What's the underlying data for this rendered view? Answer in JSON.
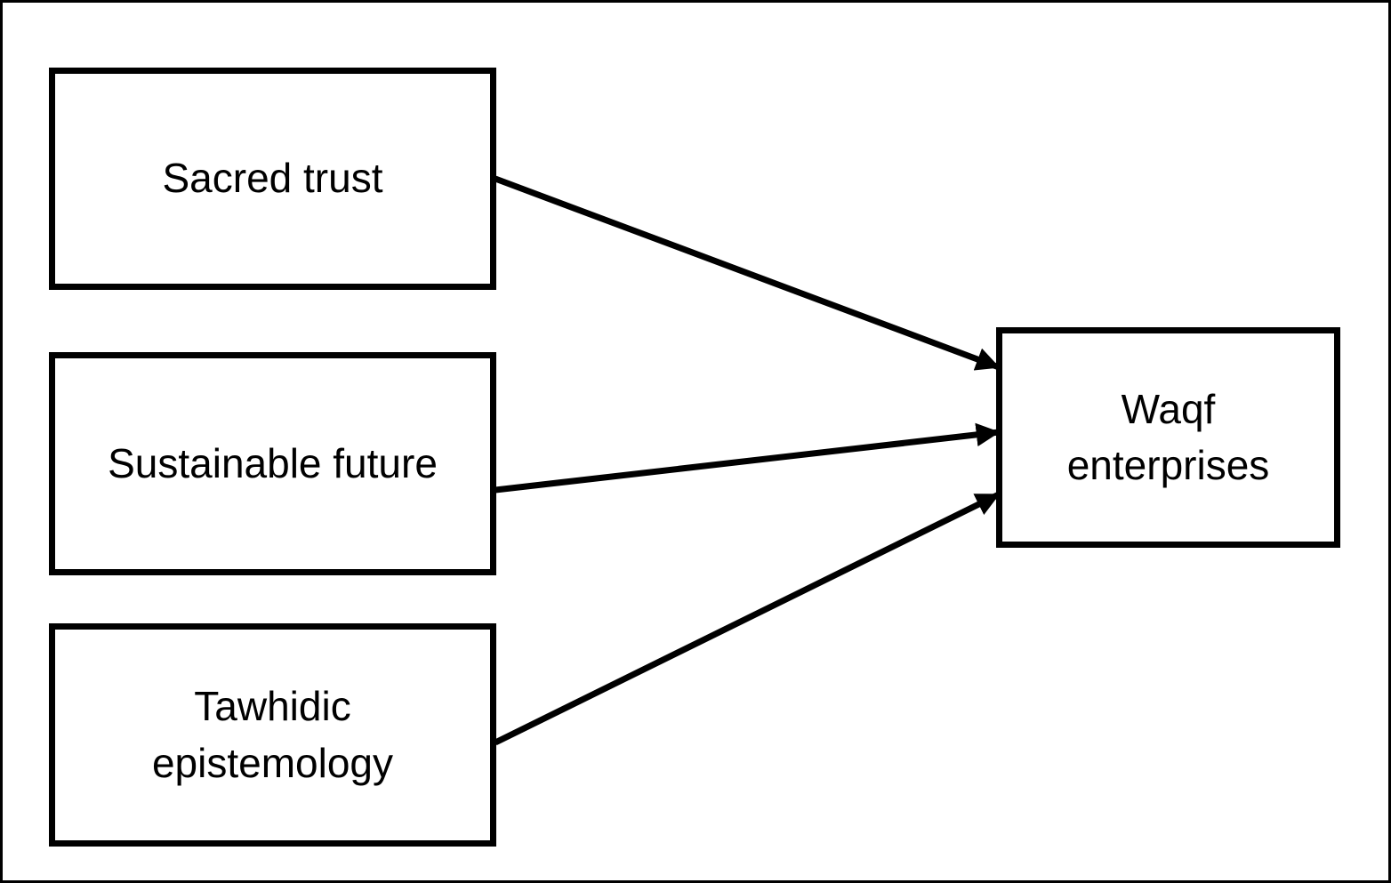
{
  "diagram": {
    "kind": "path-model-figure",
    "colors": {
      "background": "#ffffff",
      "stroke": "#000000",
      "text": "#000000"
    },
    "nodes": [
      {
        "id": "sacred-trust",
        "label": "Sacred trust",
        "lines": [
          "Sacred trust"
        ]
      },
      {
        "id": "sustainable-future",
        "label": "Sustainable future",
        "lines": [
          "Sustainable future"
        ]
      },
      {
        "id": "tawhidic-epistemology",
        "label": "Tawhidic epistemology",
        "lines": [
          "Tawhidic",
          "epistemology"
        ]
      },
      {
        "id": "waqf-enterprises",
        "label": "Waqf enterprises",
        "lines": [
          "Waqf",
          "enterprises"
        ]
      }
    ],
    "edges": [
      {
        "from": "sacred-trust",
        "to": "waqf-enterprises",
        "style": "solid-arrow"
      },
      {
        "from": "sustainable-future",
        "to": "waqf-enterprises",
        "style": "solid-arrow"
      },
      {
        "from": "tawhidic-epistemology",
        "to": "waqf-enterprises",
        "style": "solid-arrow"
      }
    ]
  }
}
